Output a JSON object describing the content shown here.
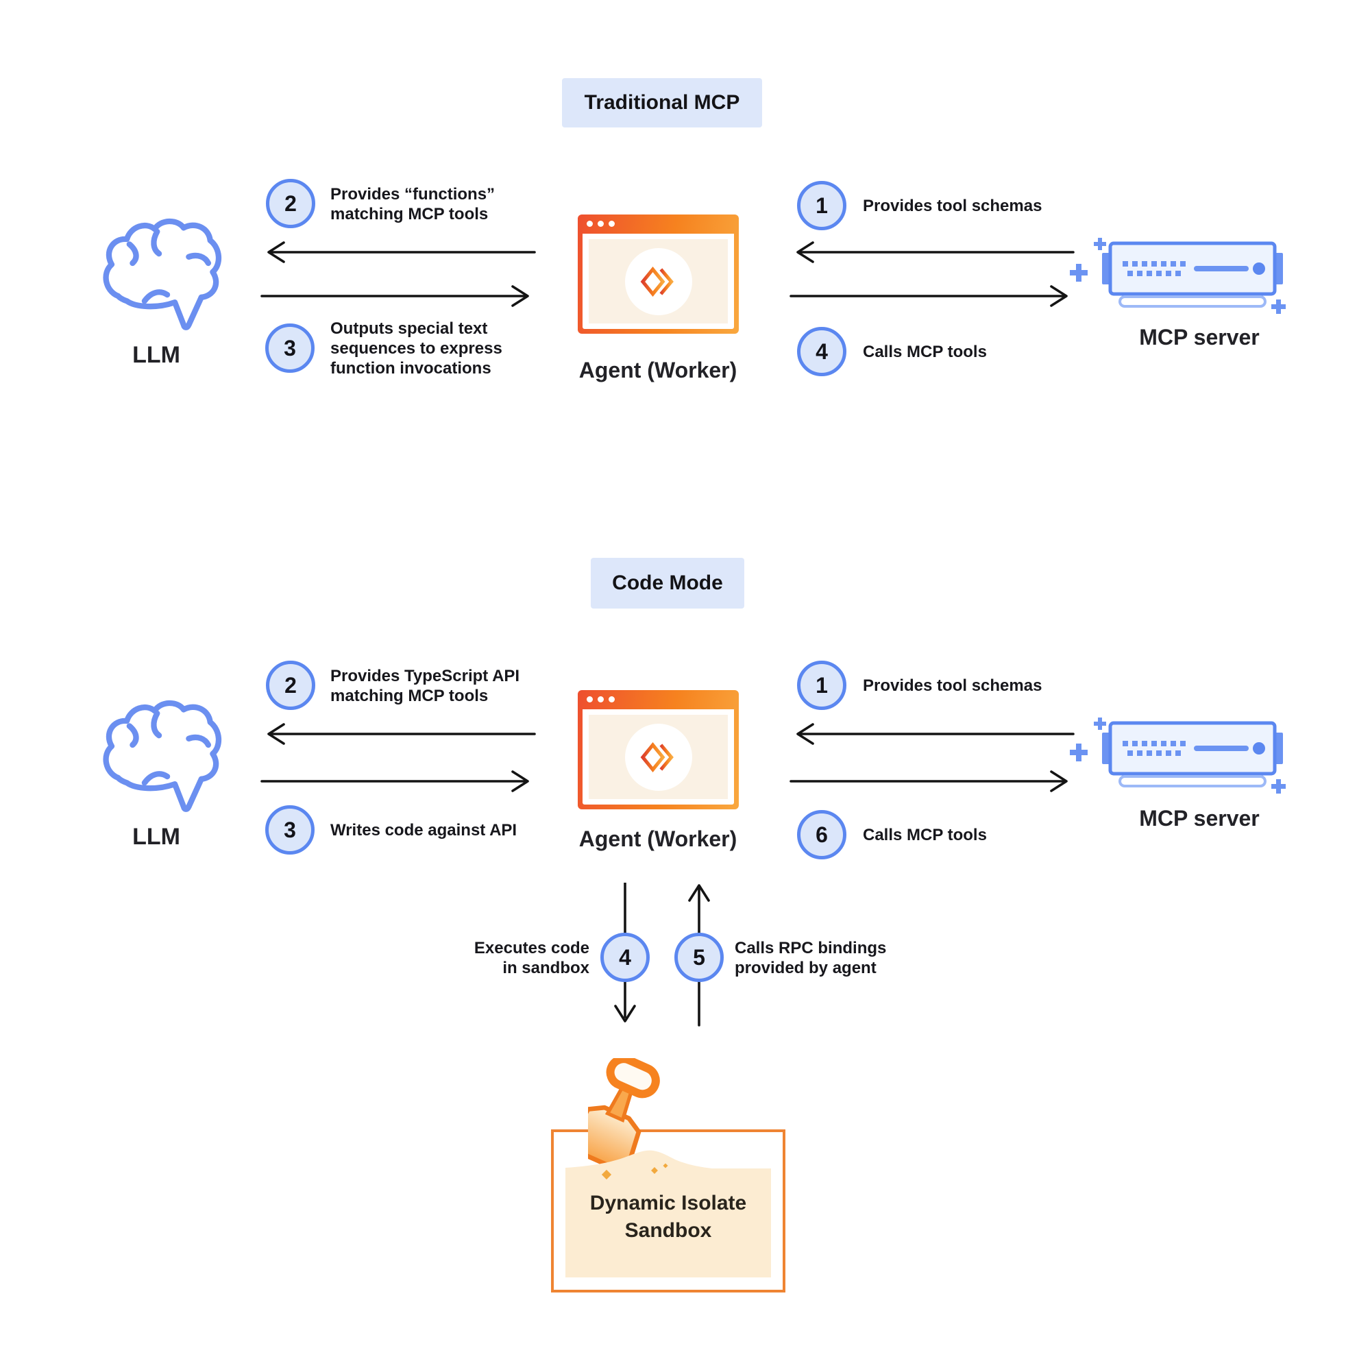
{
  "traditional": {
    "title": "Traditional MCP",
    "llm_label": "LLM",
    "agent_label": "Agent (Worker)",
    "server_label": "MCP server",
    "steps": {
      "functions": {
        "num": "2",
        "lines": [
          "Provides “functions”",
          "matching MCP tools"
        ]
      },
      "outputs": {
        "num": "3",
        "lines": [
          "Outputs special text",
          "sequences to express",
          "function invocations"
        ]
      },
      "schemas": {
        "num": "1",
        "lines": [
          "Provides tool schemas"
        ]
      },
      "calls": {
        "num": "4",
        "lines": [
          "Calls MCP tools"
        ]
      }
    }
  },
  "code_mode": {
    "title": "Code Mode",
    "llm_label": "LLM",
    "agent_label": "Agent (Worker)",
    "server_label": "MCP server",
    "steps": {
      "api": {
        "num": "2",
        "lines": [
          "Provides TypeScript API",
          "matching MCP tools"
        ]
      },
      "writes": {
        "num": "3",
        "lines": [
          "Writes code against API"
        ]
      },
      "schemas": {
        "num": "1",
        "lines": [
          "Provides tool schemas"
        ]
      },
      "calls": {
        "num": "6",
        "lines": [
          "Calls MCP tools"
        ]
      },
      "executes": {
        "num": "4",
        "lines": [
          "Executes code",
          "in sandbox"
        ]
      },
      "rpc": {
        "num": "5",
        "lines": [
          "Calls RPC bindings",
          "provided by agent"
        ]
      }
    },
    "sandbox": {
      "lines": [
        "Dynamic Isolate",
        "Sandbox"
      ]
    }
  },
  "colors": {
    "badge_fill": "#dbe6fa",
    "badge_border": "#5b87f0",
    "title_panel_blue": "#dde7fa",
    "server_blue": "#6b93f2",
    "server_blue_dark": "#5b87f0",
    "worker_orange": "#f6821f",
    "worker_red_orange": "#ee4f2f",
    "worker_amber": "#f9a83f",
    "sand": "#fcecd2",
    "sand_speck": "#f2a93e",
    "arrow_black": "#141414",
    "text_dark": "#17171c"
  }
}
